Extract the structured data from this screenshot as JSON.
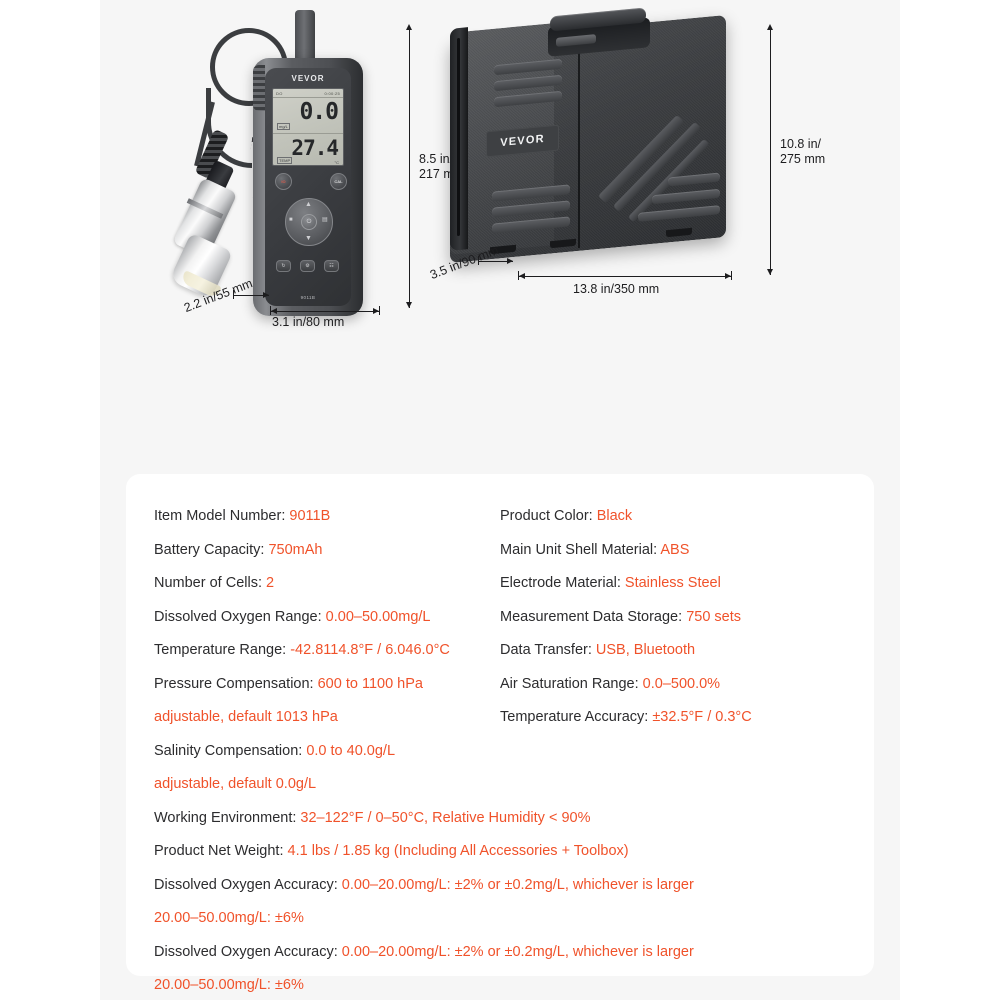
{
  "product": {
    "brand": "VEVOR",
    "meter": {
      "model_text": "9011B",
      "lcd": {
        "status_left": "DO",
        "clock": "0:00:25",
        "primary_value": "0.0",
        "primary_unit": "mg/L",
        "primary_unit_right": "mg/L",
        "secondary_value": "27.4",
        "secondary_unit": "TEMP",
        "secondary_unit_right": "°C"
      },
      "buttons": {
        "power": "IO",
        "cal": "CAL",
        "dpad_center": "⏻",
        "up": "▲",
        "down": "▼",
        "left": "■",
        "right": "▤",
        "fn1": "↻",
        "fn2": "⚙",
        "fn3": "☷"
      }
    },
    "case": {
      "badge": "VEVOR"
    }
  },
  "dimensions": {
    "meter_height": "8.5 in/\n217 mm",
    "meter_depth": "2.2 in/55 mm",
    "meter_width": "3.1 in/80 mm",
    "case_height": "10.8 in/\n275 mm",
    "case_depth": "3.5 in/90 mm",
    "case_width": "13.8 in/350 mm"
  },
  "specs": {
    "left_column": [
      {
        "label": "Item Model Number: ",
        "value": "9011B"
      },
      {
        "label": "Battery Capacity: ",
        "value": "750mAh"
      },
      {
        "label": "Number of Cells: ",
        "value": "2"
      },
      {
        "label": "Dissolved Oxygen Range: ",
        "value": "0.00–50.00mg/L"
      },
      {
        "label": "Temperature Range: ",
        "value": "-42.8114.8°F / 6.046.0°C"
      },
      {
        "label": "Pressure Compensation: ",
        "value": "600 to 1100 hPa",
        "continuation": "adjustable, default 1013 hPa"
      },
      {
        "label": "Salinity Compensation: ",
        "value": "0.0 to 40.0g/L",
        "continuation": "adjustable, default 0.0g/L"
      }
    ],
    "right_column": [
      {
        "label": "Product Color: ",
        "value": "Black"
      },
      {
        "label": "Main Unit Shell Material: ",
        "value": "ABS"
      },
      {
        "label": "Electrode Material: ",
        "value": "Stainless Steel"
      },
      {
        "label": "Measurement Data Storage: ",
        "value": "750 sets"
      },
      {
        "label": "Data Transfer: ",
        "value": "USB, Bluetooth"
      },
      {
        "label": "Air Saturation Range: ",
        "value": "0.0–500.0%"
      },
      {
        "label": "Temperature Accuracy: ",
        "value": "±32.5°F / 0.3°C"
      }
    ],
    "full_width": [
      {
        "label": "Working Environment: ",
        "value": "32–122°F / 0–50°C, Relative Humidity < 90%"
      },
      {
        "label": "Product Net Weight: ",
        "value": "4.1 lbs / 1.85 kg (Including All Accessories + Toolbox)"
      },
      {
        "label": "Dissolved Oxygen Accuracy: ",
        "value": "0.00–20.00mg/L: ±2% or ±0.2mg/L, whichever is larger",
        "continuation": "20.00–50.00mg/L: ±6%"
      },
      {
        "label": "Dissolved Oxygen Accuracy: ",
        "value": "0.00–20.00mg/L: ±2% or ±0.2mg/L, whichever is larger",
        "continuation": "20.00–50.00mg/L: ±6%"
      }
    ]
  },
  "colors": {
    "accent": "#f0522a",
    "text": "#2c2c2e",
    "page_bg": "#f6f6f6",
    "card_bg": "#ffffff"
  }
}
